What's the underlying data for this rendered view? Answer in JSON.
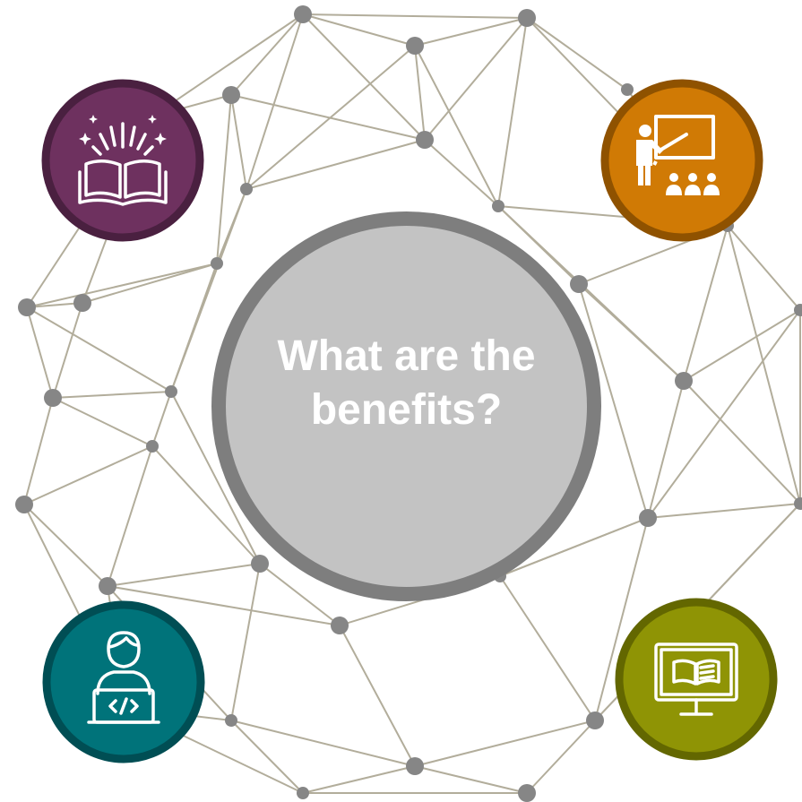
{
  "center": {
    "title_line1": "What are the",
    "title_line2": "benefits?",
    "fill_color": "#c3c3c3",
    "ring_color": "#7e7e7e",
    "text_color": "#ffffff"
  },
  "network": {
    "line_color": "#b2ad9b",
    "node_color": "#868686"
  },
  "badges": [
    {
      "name": "book-badge",
      "icon": "open-book-sparkle-icon",
      "fill": "#6e315f",
      "ring": "#4a2040"
    },
    {
      "name": "teacher-badge",
      "icon": "teacher-presentation-icon",
      "fill": "#d07a05",
      "ring": "#8f5200"
    },
    {
      "name": "coder-badge",
      "icon": "developer-laptop-icon",
      "fill": "#00737a",
      "ring": "#004e54"
    },
    {
      "name": "elearning-badge",
      "icon": "monitor-book-icon",
      "fill": "#8f9405",
      "ring": "#636700"
    }
  ]
}
